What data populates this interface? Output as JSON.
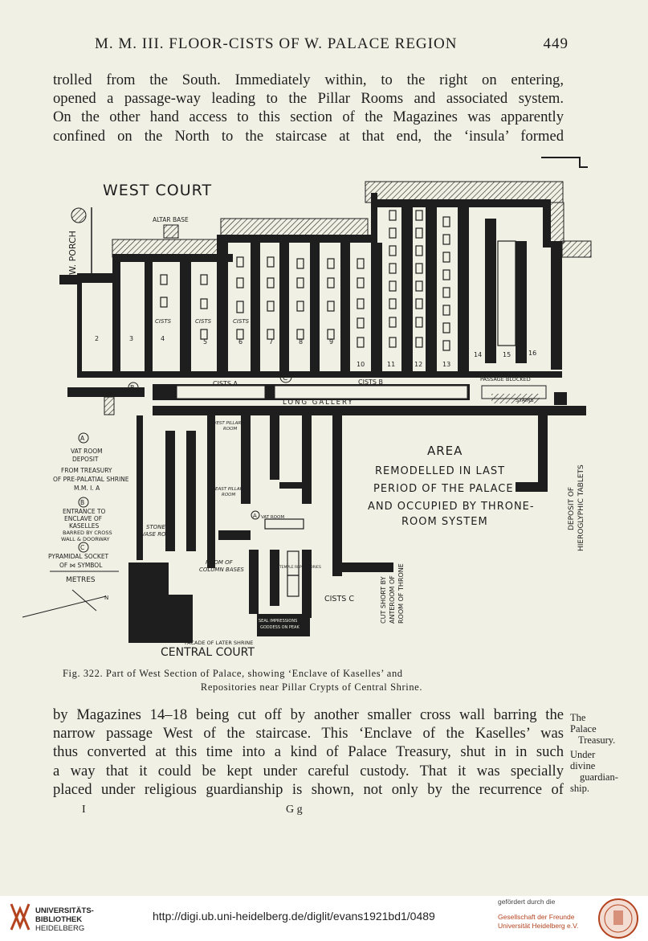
{
  "header": {
    "title": "M. M. III.  FLOOR-CISTS OF W. PALACE REGION",
    "page_number": "449"
  },
  "para1": [
    "trolled from the South.  Immediately within, to the right on entering,",
    "opened a passage-way leading to the Pillar Rooms and associated system.",
    "On the other hand access to this section of the Magazines was apparently",
    "confined on the North to the staircase at that end, the ‘insula’ formed"
  ],
  "plan": {
    "west_court": "WEST COURT",
    "central_court": "CENTRAL COURT",
    "altar_base": "ALTAR BASE",
    "w_porch": "W. PORCH",
    "cists_a": "CISTS  A",
    "cists_b": "CISTS B",
    "cists_c": "CISTS C",
    "long_gallery": "LONG  GALLERY",
    "passage_blocked": "PASSAGE BLOCKED",
    "stairs": "STAIRS",
    "area_lines": [
      "AREA",
      "REMODELLED IN LAST",
      "PERIOD OF THE PALACE",
      "AND OCCUPIED BY THRONE-",
      "ROOM SYSTEM"
    ],
    "deposit_tablets": [
      "DEPOSIT OF",
      "HIEROGLYPHIC TABLETS"
    ],
    "cut_short": [
      "CUT SHORT BY",
      "ANTEROOM OF",
      "ROOM OF THRONE"
    ],
    "west_pillar_room": [
      "WEST PILLAR",
      "ROOM"
    ],
    "east_pillar_room": [
      "EAST PILLAR",
      "ROOM"
    ],
    "vat_room": "VAT ROOM",
    "stone_vase_room": [
      "STONE",
      "VASE ROOM"
    ],
    "room_column_bases": [
      "ROOM OF",
      "COLUMN BASES"
    ],
    "temple_repositories": "TEMPLE REPOSITORIES",
    "seal_impressions": [
      "SEAL IMPRESSIONS",
      "GODDESS ON PEAK"
    ],
    "facade": "FACADE OF LATER SHRINE",
    "cists_label": "CISTS",
    "legend": {
      "a_sym": "A",
      "a_text": [
        "VAT ROOM",
        "DEPOSIT",
        "FROM TREASURY",
        "OF PRE-PALATIAL SHRINE",
        "M.M. I. A"
      ],
      "b_sym": "B",
      "b_text": [
        "ENTRANCE TO",
        "ENCLAVE OF",
        "KASELLES",
        "BARRED BY CROSS",
        "WALL & DOORWAY"
      ],
      "c_sym": "C",
      "c_text": [
        "PYRAMIDAL SOCKET",
        "OF ⋈ SYMBOL"
      ],
      "metres": "METRES",
      "north": "N"
    },
    "magazine_numbers": [
      "2",
      "3",
      "4",
      "5",
      "6",
      "7",
      "8",
      "9",
      "10",
      "11",
      "12",
      "13",
      "14",
      "15",
      "16"
    ]
  },
  "caption": {
    "line1": "Fig. 322.  Part of West Section of Palace, showing ‘Enclave of Kaselles’ and",
    "line2": "Repositories near Pillar Crypts of Central Shrine."
  },
  "para2": [
    "by Magazines 14–18 being cut off by another smaller cross wall barring the",
    "narrow passage West of the staircase.  This ‘Enclave of the Kaselles’ was",
    "thus converted at this time into a kind of Palace Treasury, shut in in such",
    "a way that it could be kept under careful custody.  That it was specially",
    "placed under religious guardianship is shown, not only by the recurrence of"
  ],
  "margin_note": [
    "The",
    "Palace",
    "Treasury.",
    "Under",
    "divine",
    "guardian-",
    "ship."
  ],
  "signature": {
    "left": "I",
    "mid": "G g"
  },
  "footer": {
    "library_lines": [
      "UNIVERSITÄTS-",
      "BIBLIOTHEK",
      "HEIDELBERG"
    ],
    "url": "http://digi.ub.uni-heidelberg.de/diglit/evans1921bd1/0489",
    "sponsor_label": "gefördert durch die",
    "sponsor_org": [
      "Gesellschaft der Freunde",
      "Universität Heidelberg e.V."
    ]
  },
  "colors": {
    "paper": "#f1f0e4",
    "ink": "#1e1e1e",
    "brand_red": "#b44420"
  }
}
